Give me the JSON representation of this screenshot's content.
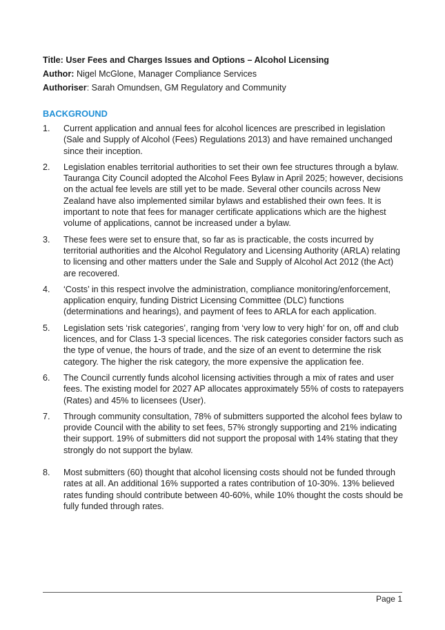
{
  "header": {
    "title_label": "Title:",
    "title": " User Fees and Charges Issues and Options – Alcohol Licensing",
    "author_label": "Author:",
    "author": " Nigel McGlone, Manager Compliance Services",
    "authoriser_label": "Authoriser",
    "authoriser": ": Sarah Omundsen, GM Regulatory and Community"
  },
  "section": {
    "heading": "BACKGROUND",
    "heading_color": "#1e8fd6",
    "paragraphs": [
      {
        "num": "1.",
        "text": "Current application and annual fees for alcohol licences are prescribed in legislation (Sale and Supply of Alcohol (Fees) Regulations 2013) and have remained unchanged since their inception."
      },
      {
        "num": "2.",
        "text": "Legislation enables territorial authorities to set their own fee structures through a bylaw. Tauranga City Council adopted the Alcohol Fees Bylaw in April 2025; however, decisions on the actual fee levels are still yet to be made. Several other councils across New Zealand have also implemented similar bylaws and established their own fees. It is important to note that fees for manager certificate applications which are the highest volume of applications, cannot be increased under a bylaw."
      },
      {
        "num": "3.",
        "text": "These fees were set to ensure that, so far as is practicable, the costs incurred by territorial authorities and the Alcohol Regulatory and Licensing Authority (ARLA) relating to licensing and other matters under the Sale and Supply of Alcohol Act 2012 (the Act) are recovered."
      },
      {
        "num": "4.",
        "text": "‘Costs’ in this respect involve the administration, compliance monitoring/enforcement, application enquiry, funding District Licensing Committee (DLC) functions (determinations and hearings), and payment of fees to ARLA for each application."
      },
      {
        "num": "5.",
        "text": "Legislation sets ‘risk categories’, ranging from ‘very low to very high’ for on, off and club licences, and for Class 1-3 special licences. The risk categories consider factors such as the type of venue, the hours of trade, and the size of an event to determine the risk category. The higher the risk category, the more expensive the application fee."
      },
      {
        "num": "6.",
        "text": "The Council currently funds alcohol licensing activities through a mix of rates and user fees. The existing model for 2027 AP allocates approximately 55% of costs to ratepayers (Rates) and 45% to licensees (User)."
      },
      {
        "num": "7.",
        "text": "Through community consultation, 78% of submitters supported the alcohol fees bylaw to provide Council with the ability to set fees, 57% strongly supporting and 21% indicating their support. 19% of submitters did not support the proposal with 14% stating that they strongly do not support the bylaw."
      },
      {
        "num": "8.",
        "text": "Most submitters (60) thought that alcohol licensing costs should not be funded through rates at all. An additional 16% supported a rates contribution of 10-30%. 13% believed rates funding should contribute between 40-60%, while 10% thought the costs should be fully funded through rates."
      }
    ]
  },
  "footer": {
    "page": "Page 1"
  }
}
